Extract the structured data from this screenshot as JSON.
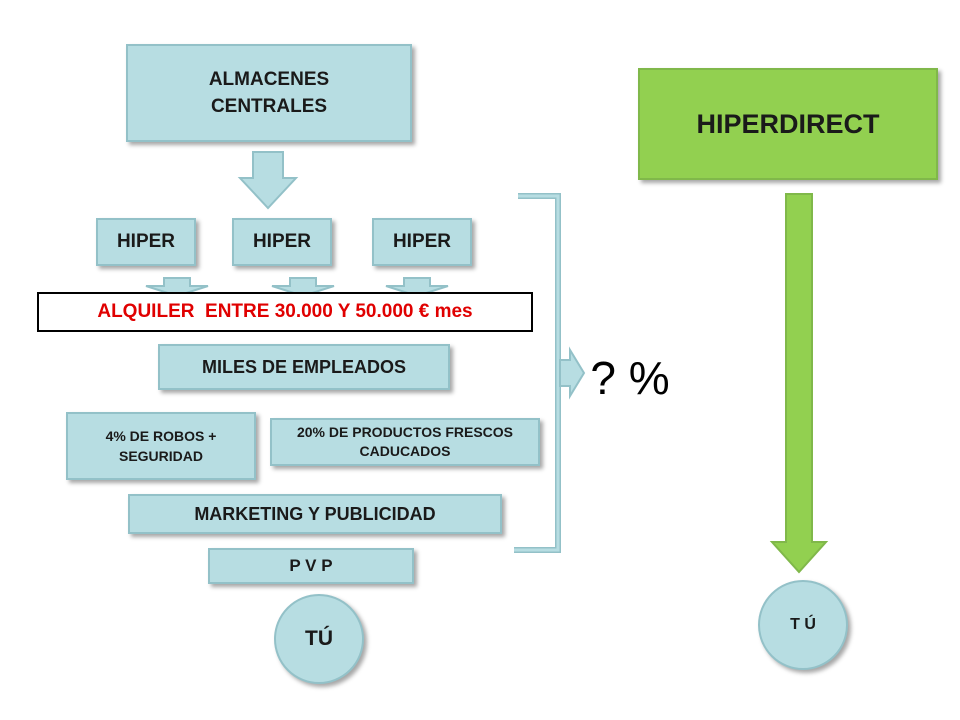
{
  "left": {
    "almacenes": "ALMACENES CENTRALES",
    "hiper_1": "HIPER",
    "hiper_2": "HIPER",
    "hiper_3": "HIPER",
    "alquiler": "ALQUILER  ENTRE 30.000 Y 50.000 € mes",
    "empleados": "MILES DE EMPLEADOS",
    "robos": "4% DE ROBOS + SEGURIDAD",
    "productos": "20% DE PRODUCTOS FRESCOS CADUCADOS",
    "marketing": "MARKETING Y PUBLICIDAD",
    "pvp": "P V P",
    "tu": "TÚ"
  },
  "middle": {
    "percent": "? %"
  },
  "right": {
    "hiperdirect": "HIPERDIRECT",
    "tu": "T Ú"
  },
  "colors": {
    "box_fill": "#b7dde2",
    "box_border": "#93c1c8",
    "green_fill": "#92d050",
    "alquiler_text": "#e00000",
    "bracket": "#b7dde2"
  }
}
